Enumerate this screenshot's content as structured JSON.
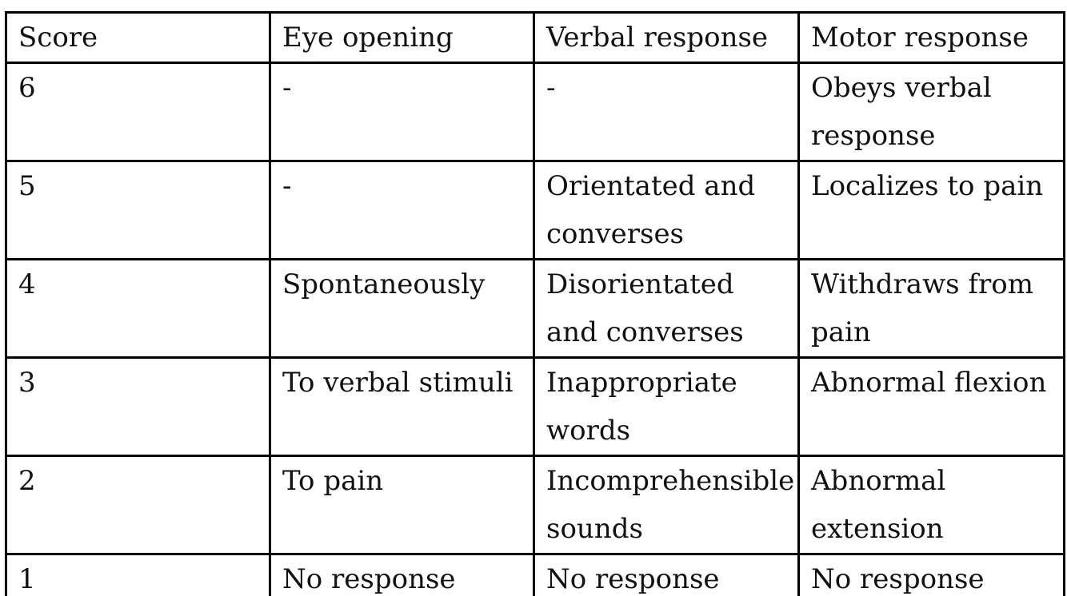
{
  "table": {
    "headers": [
      "Score",
      "Eye opening",
      "Verbal response",
      "Motor response"
    ],
    "rows": [
      [
        "6",
        "-",
        "-",
        "Obeys verbal response"
      ],
      [
        "5",
        "-",
        "Orientated and converses",
        "Localizes to pain"
      ],
      [
        "4",
        "Spontaneously",
        "Disorientated and converses",
        "Withdraws from pain"
      ],
      [
        "3",
        "To verbal stimuli",
        "Inappropriate words",
        "Abnormal flexion"
      ],
      [
        "2",
        "To pain",
        "Incomprehensible sounds",
        "Abnormal extension"
      ],
      [
        "1",
        "No response",
        "No response",
        "No response"
      ]
    ]
  }
}
